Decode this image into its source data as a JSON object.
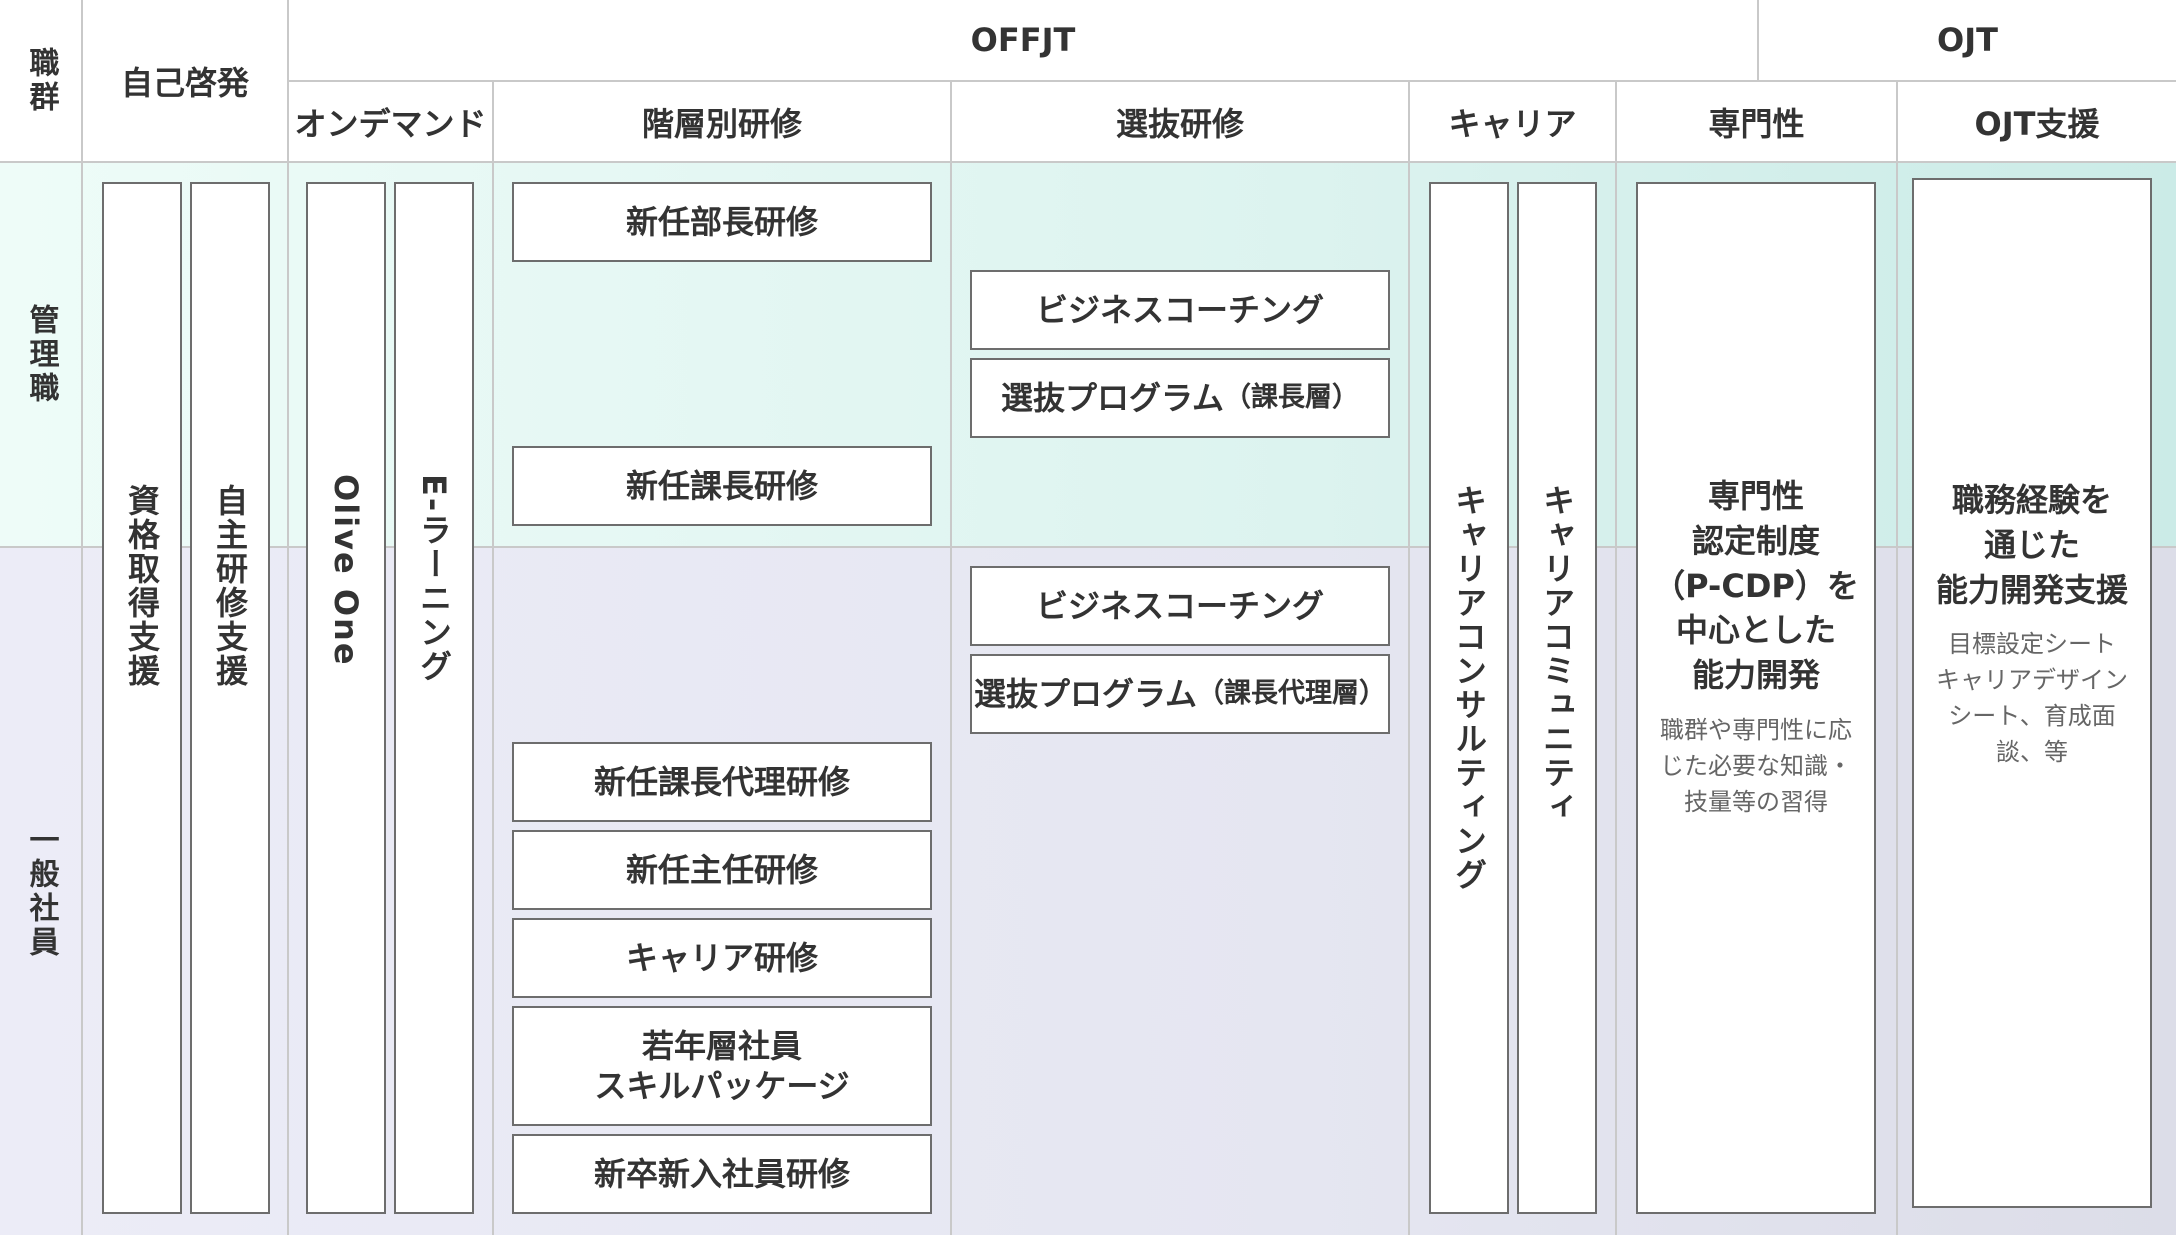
{
  "headers": {
    "shokugun": "職群",
    "jiko_keihatsu": "自己啓発",
    "offjt": "OFFJT",
    "ojt": "OJT",
    "on_demand": "オンデマンド",
    "kaisobetsu": "階層別研修",
    "senbatsu": "選抜研修",
    "career": "キャリア",
    "senmonsei": "専門性",
    "ojt_shien": "OJT支援"
  },
  "rows": {
    "management": "管理職",
    "general": "一般社員"
  },
  "self_development": [
    "資格取得支援",
    "自主研修支援"
  ],
  "on_demand_items": [
    "Olive One",
    "E-ラーニング"
  ],
  "hierarchy_trainings": {
    "bucho": "新任部長研修",
    "kacho": "新任課長研修",
    "kacho_dairi": "新任課長代理研修",
    "shunin": "新任主任研修",
    "career": "キャリア研修",
    "jakunen_line1": "若年層社員",
    "jakunen_line2": "スキルパッケージ",
    "shinsotsu": "新卒新入社員研修"
  },
  "selection": {
    "mgr_coaching": "ビジネスコーチング",
    "mgr_program": "選抜プログラム",
    "mgr_program_sub": "（課長層）",
    "gen_coaching": "ビジネスコーチング",
    "gen_program": "選抜プログラム",
    "gen_program_sub": "（課長代理層）"
  },
  "career_items": [
    "キャリアコンサルティング",
    "キャリアコミュニティ"
  ],
  "expertise": {
    "title_lines": [
      "専門性",
      "認定制度",
      "（P-CDP）を",
      "中心とした",
      "能力開発"
    ],
    "desc_lines": [
      "職群や専門性に応",
      "じた必要な知識・",
      "技量等の習得"
    ]
  },
  "ojt_support": {
    "title_lines": [
      "職務経験を",
      "通じた",
      "能力開発支援"
    ],
    "desc_lines": [
      "目標設定シート",
      "キャリアデザイン",
      "シート、育成面",
      "談、等"
    ]
  }
}
